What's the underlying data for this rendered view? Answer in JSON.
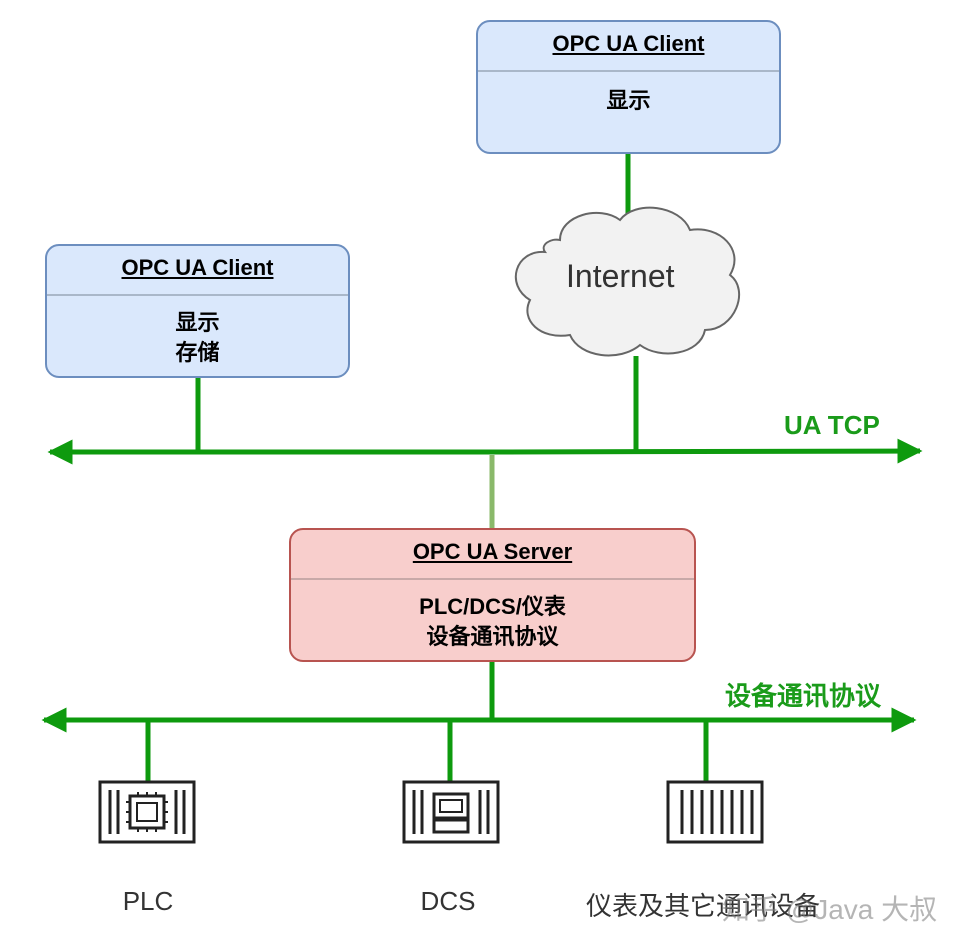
{
  "client_top": {
    "title": "OPC UA Client",
    "line1": "显示"
  },
  "client_left": {
    "title": "OPC UA Client",
    "line1": "显示",
    "line2": "存储"
  },
  "cloud": {
    "label": "Internet"
  },
  "bus_top": {
    "label": "UA TCP"
  },
  "server": {
    "title": "OPC UA Server",
    "line1": "PLC/DCS/仪表",
    "line2": "设备通讯协议"
  },
  "bus_bottom": {
    "label": "设备通讯协议"
  },
  "devices": [
    {
      "label": "PLC",
      "icon": "chip-icon"
    },
    {
      "label": "DCS",
      "icon": "computer-icon"
    },
    {
      "label": "仪表及其它通讯设备",
      "icon": "rack-icon"
    }
  ],
  "watermark": "知乎 @Java 大叔",
  "colors": {
    "bus": "#0e9a0e",
    "server_link": "#8ab96a"
  }
}
